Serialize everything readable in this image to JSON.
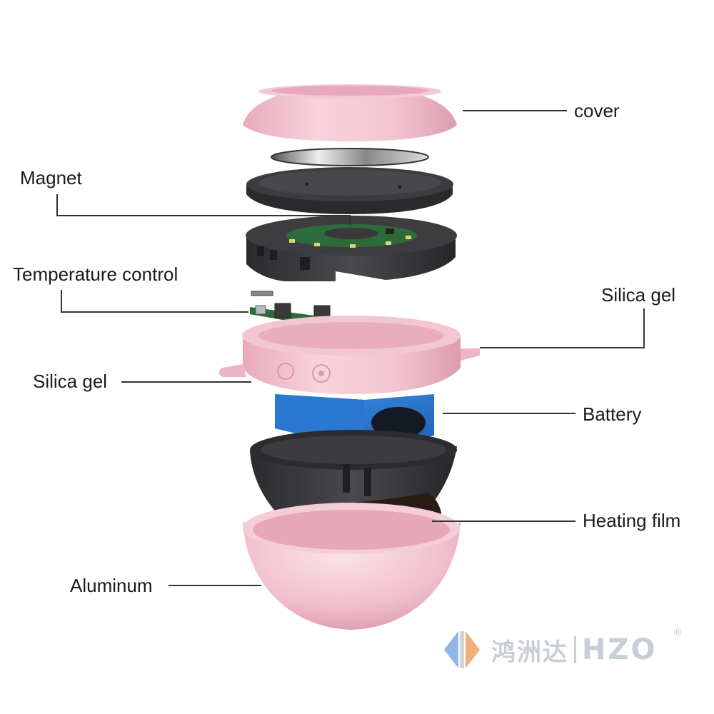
{
  "labels": {
    "cover": "cover",
    "magnet": "Magnet",
    "temperature_control": "Temperature control",
    "silica_gel_right": "Silica gel",
    "silica_gel_left": "Silica gel",
    "battery": "Battery",
    "heating_film": "Heating film",
    "aluminum": "Aluminum"
  },
  "watermark": {
    "chinese": "鸿洲达",
    "english": "HZO",
    "registered": "®"
  },
  "colors": {
    "pink": "#f1c2cf",
    "dark_plastic": "#3a3a3c",
    "battery_blue": "#2a78d2",
    "heating_copper": "#b05530",
    "circuit_green": "#2f6b3a",
    "watermark": "#c9cdd6"
  }
}
